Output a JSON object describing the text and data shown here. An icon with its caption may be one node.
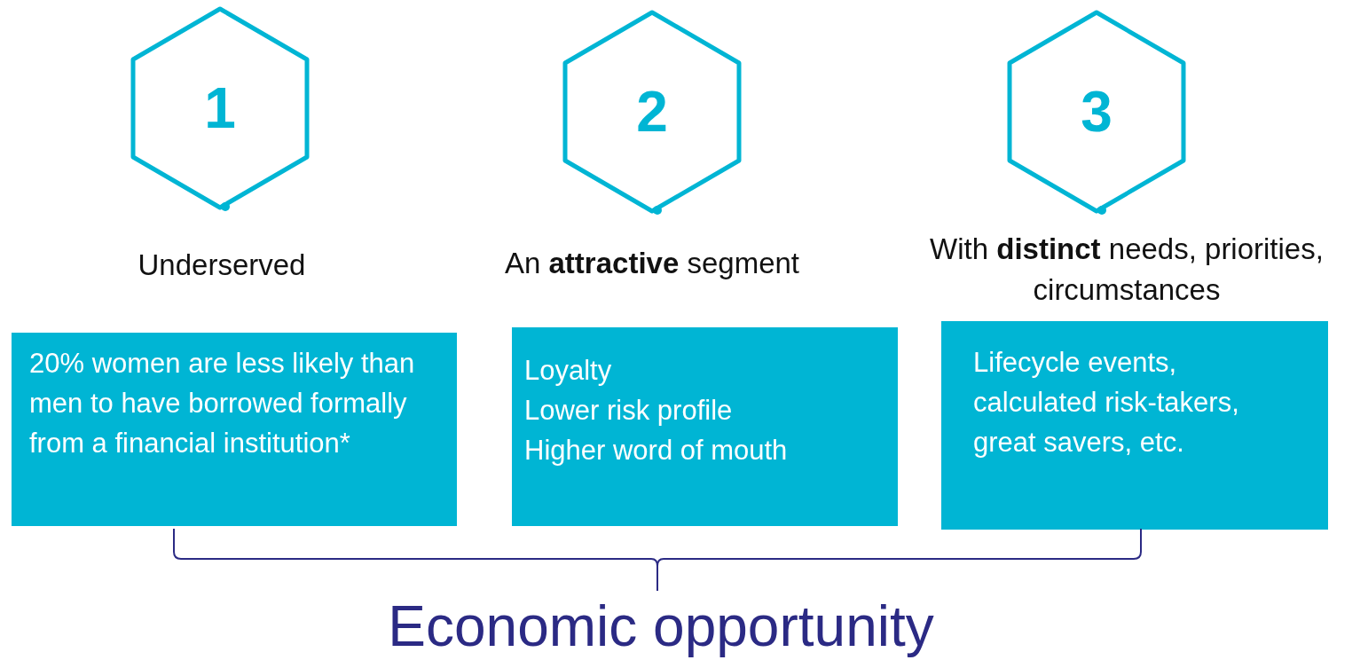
{
  "diagram": {
    "nodes": [
      {
        "text": [
          "1"
        ],
        "beside": [
          "Underserved"
        ]
      },
      {
        "text": [
          "2"
        ],
        "beside": [
          "An **attractive** segment"
        ]
      },
      {
        "text": [
          "3"
        ],
        "beside": [
          "With **distinct** needs, priorities, circumstances"
        ]
      },
      {
        "text": [
          "20% women are less likely than men to have borrowed formally from a financial institution*"
        ]
      },
      {
        "text": [
          "Loyalty",
          "Lower risk profile",
          "Higher word of mouth"
        ]
      },
      {
        "text": [
          "Lifecycle events, calculated risk-takers, great savers, etc."
        ]
      }
    ],
    "labels": [
      "Economic opportunity"
    ]
  }
}
